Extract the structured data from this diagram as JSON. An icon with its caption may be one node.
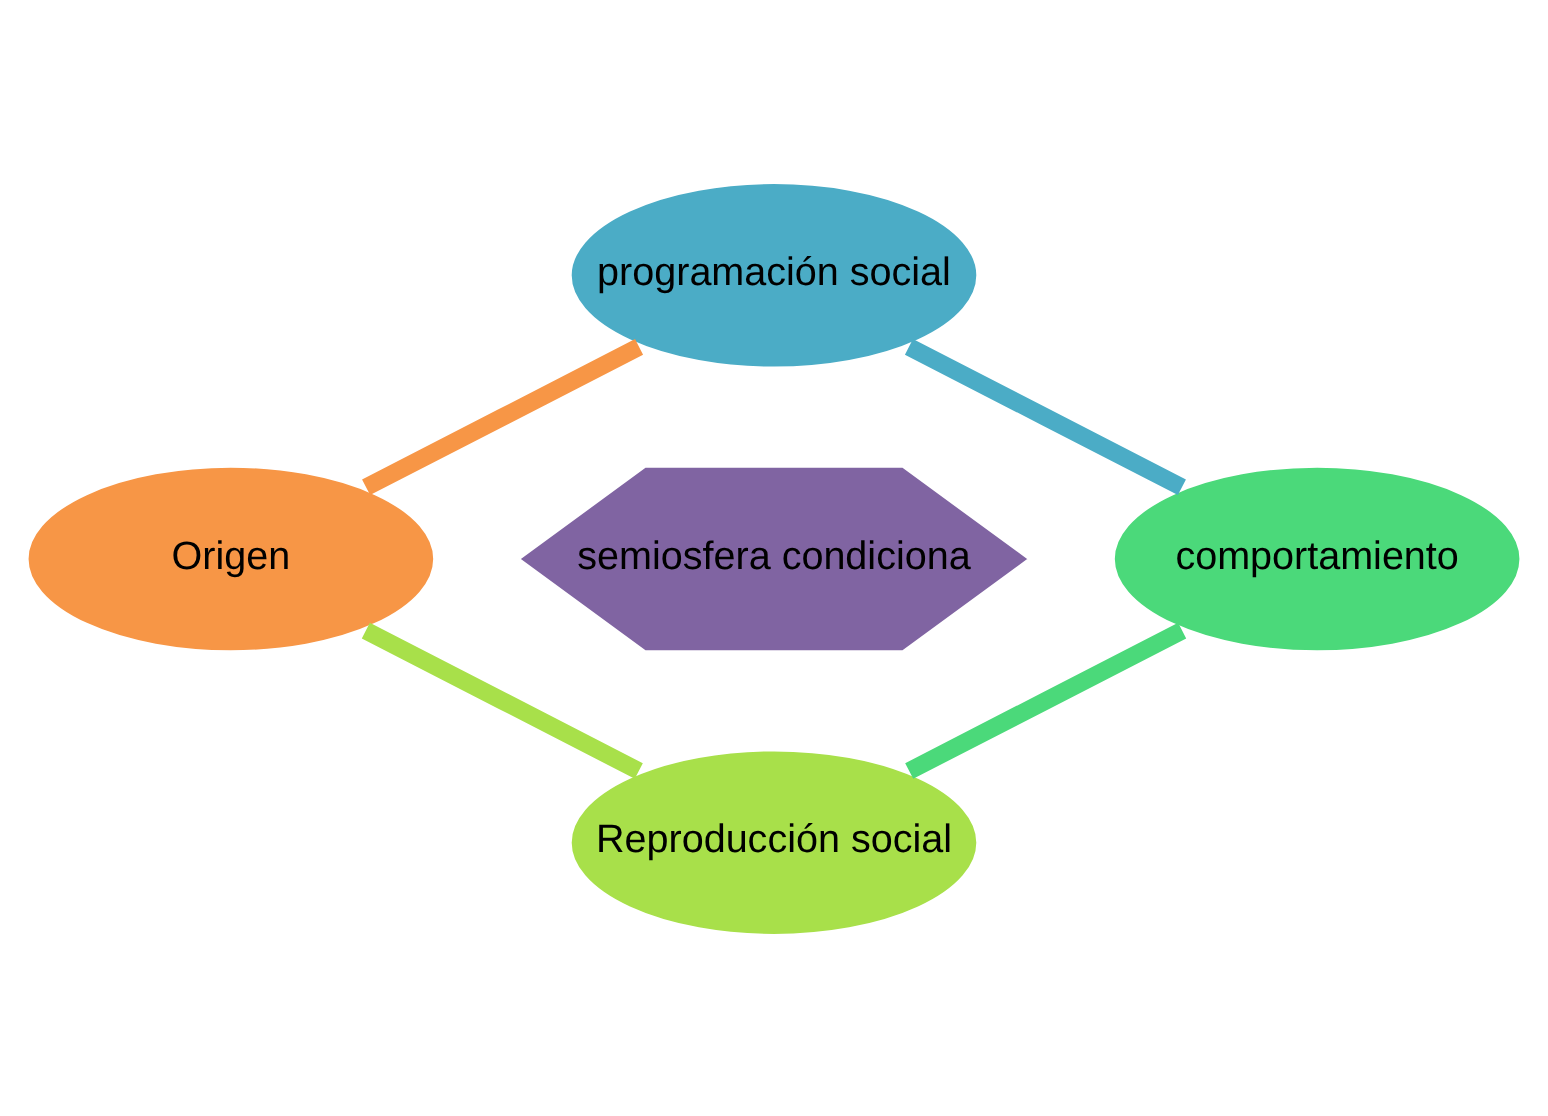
{
  "diagram": {
    "nodes": [
      {
        "text": [
          "programación social"
        ]
      },
      {
        "text": [
          "comportamiento"
        ]
      },
      {
        "text": [
          "Reproducción social"
        ]
      },
      {
        "text": [
          "Origen"
        ]
      },
      {
        "text": [
          "semiosfera condiciona"
        ]
      }
    ],
    "edges": [
      {
        "from": 0,
        "to": 1,
        "arrow": "none",
        "color": "#4bacc6"
      },
      {
        "from": 1,
        "to": 2,
        "arrow": "none",
        "color": "#4bd97a"
      },
      {
        "from": 2,
        "to": 3,
        "arrow": "none",
        "color": "#a8e04a"
      },
      {
        "from": 3,
        "to": 0,
        "arrow": "none",
        "color": "#f79646"
      }
    ]
  }
}
